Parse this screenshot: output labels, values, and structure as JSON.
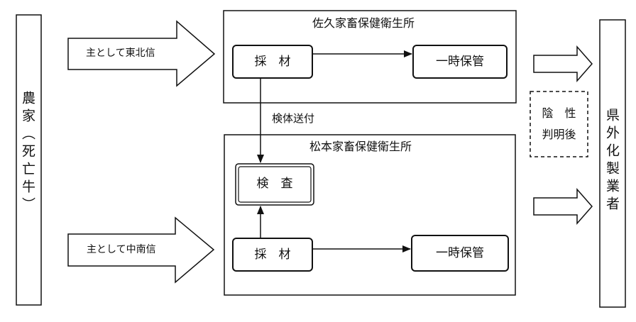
{
  "farm_label": "農家（死亡牛）",
  "renderer_label": "県外化製業者",
  "saku": {
    "title": "佐久家畜保健衛生所",
    "collect": "採　材",
    "storage": "一時保管"
  },
  "matsumoto": {
    "title": "松本家畜保健衛生所",
    "inspect": "検　査",
    "collect": "採　材",
    "storage": "一時保管"
  },
  "arrows": {
    "northeast": "主として東北信",
    "southcentral": "主として中南信",
    "sample_send": "検体送付"
  },
  "negative_note": {
    "line1": "陰　性",
    "line2": "判明後"
  }
}
